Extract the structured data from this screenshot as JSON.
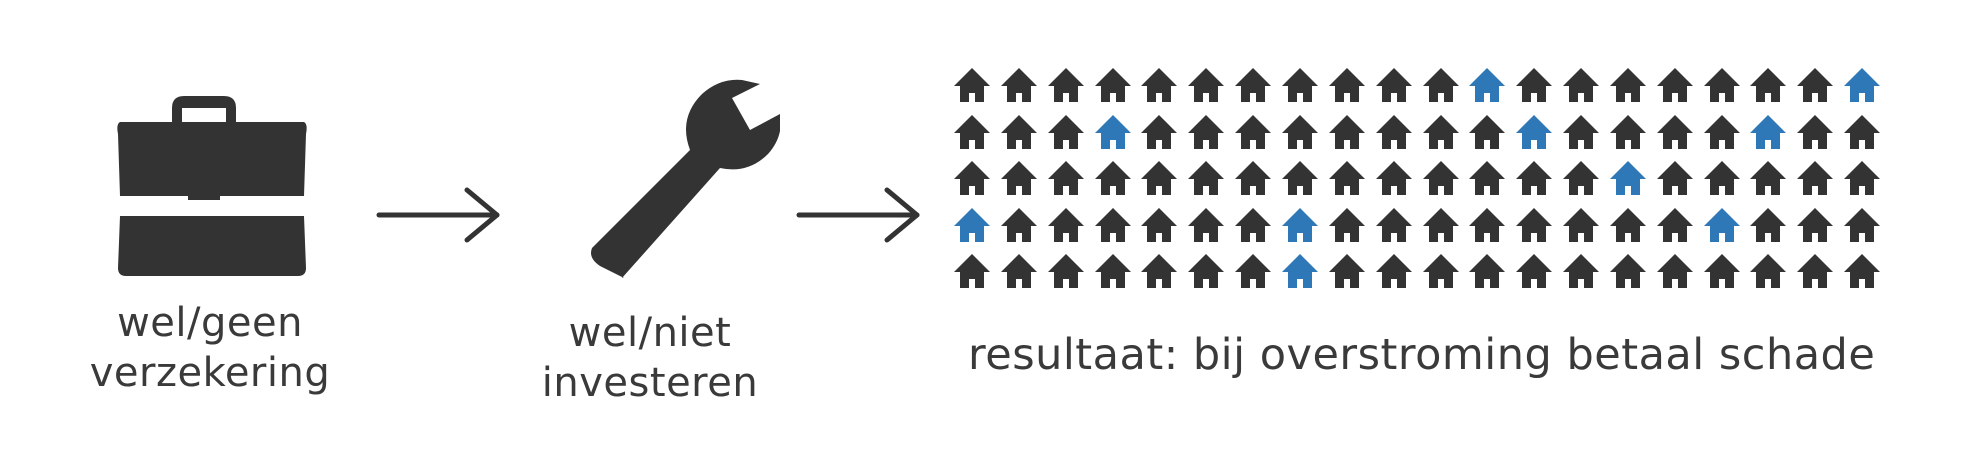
{
  "step1": {
    "label_line1": "wel/geen",
    "label_line2": "verzekering",
    "icon": "briefcase-icon"
  },
  "step2": {
    "label_line1": "wel/niet",
    "label_line2": "investeren",
    "icon": "wrench-icon"
  },
  "result": {
    "caption": "resultaat: bij overstroming betaal schade",
    "icon": "house-icon",
    "rows": 5,
    "cols": 20,
    "highlighted": [
      [
        0,
        11
      ],
      [
        0,
        19
      ],
      [
        1,
        3
      ],
      [
        1,
        12
      ],
      [
        1,
        17
      ],
      [
        2,
        14
      ],
      [
        3,
        0
      ],
      [
        3,
        7
      ],
      [
        3,
        16
      ],
      [
        4,
        7
      ]
    ],
    "house_color": "#333333",
    "highlight_color": "#2e78b7"
  },
  "colors": {
    "icon": "#333333",
    "text": "#3a3a3a"
  }
}
